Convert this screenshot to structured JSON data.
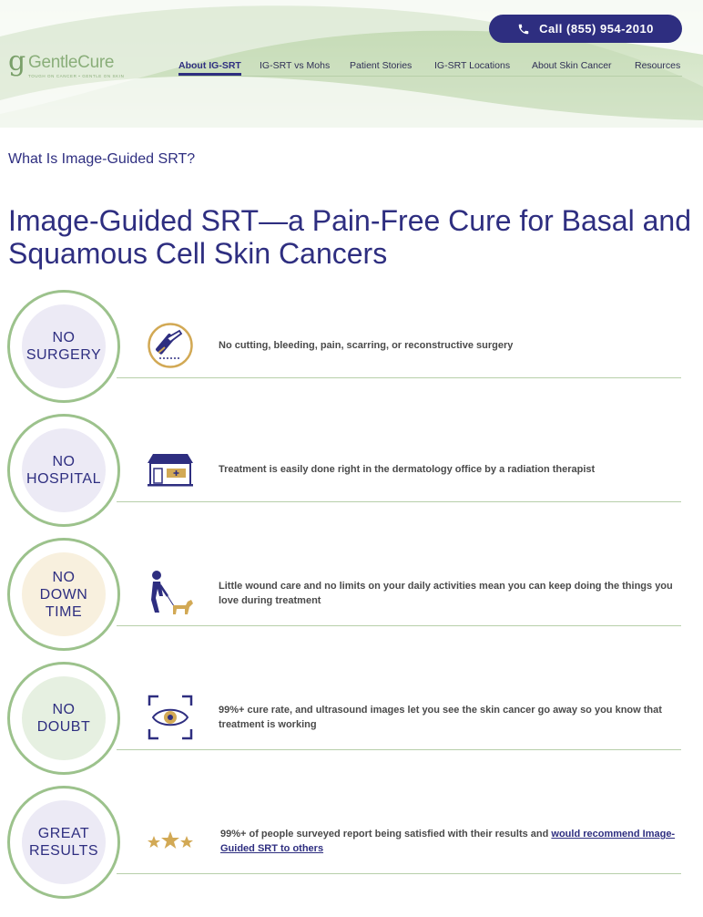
{
  "header": {
    "logo": {
      "mark": "g",
      "word": "GentleCure",
      "tagline": "TOUGH ON CANCER • GENTLE ON SKIN"
    },
    "call_button": {
      "label": "Call (855) 954-2010",
      "icon": "phone-icon"
    },
    "nav": [
      {
        "label": "About IG-SRT",
        "active": true
      },
      {
        "label": "IG-SRT vs Mohs",
        "active": false
      },
      {
        "label": "Patient Stories",
        "active": false
      },
      {
        "label": "IG-SRT Locations",
        "active": false
      },
      {
        "label": "About Skin Cancer",
        "active": false
      },
      {
        "label": "Resources",
        "active": false
      }
    ]
  },
  "page": {
    "eyebrow": "What Is Image-Guided SRT?",
    "title": "Image-Guided SRT—a Pain-Free Cure for Basal and Squamous Cell Skin Cancers"
  },
  "benefits": [
    {
      "badge": "NO\nSURGERY",
      "icon": "no-surgery-scalpel-icon",
      "text": "No cutting, bleeding, pain, scarring, or reconstructive surgery"
    },
    {
      "badge": "NO\nHOSPITAL",
      "icon": "dermatology-office-icon",
      "text": "Treatment is easily done right in the dermatology office by a radiation therapist"
    },
    {
      "badge": "NO\nDOWN\nTIME",
      "icon": "walking-dog-icon",
      "text": "Little wound care and no limits on your daily activities mean you can keep doing the things you love during treatment"
    },
    {
      "badge": "NO\nDOUBT",
      "icon": "eye-scan-icon",
      "text": "99%+ cure rate, and ultrasound images let you see the skin cancer go away so you know that treatment is working"
    },
    {
      "badge": "GREAT\nRESULTS",
      "icon": "three-stars-icon",
      "text": "99%+ of people surveyed report being satisfied with their results and ",
      "link": "would recommend Image-Guided SRT to others"
    }
  ],
  "colors": {
    "navy": "#2e2e80",
    "green": "#9cc28c",
    "gold": "#d2a955"
  }
}
